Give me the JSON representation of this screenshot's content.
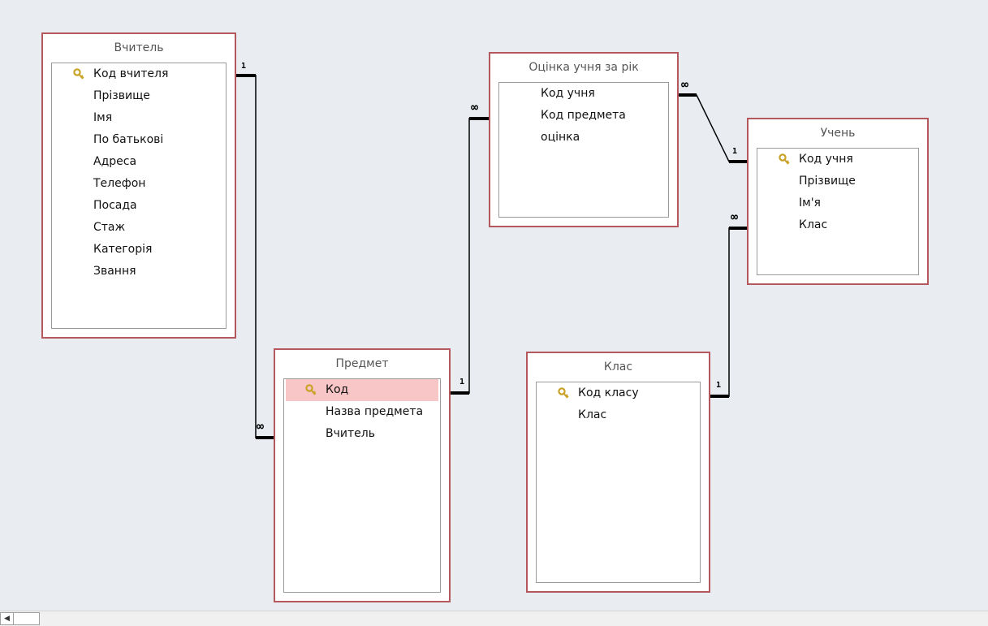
{
  "tables": {
    "vchytel": {
      "title": "Вчитель",
      "fields": [
        "Код вчителя",
        "Прізвище",
        "Імя",
        "По батькові",
        "Адреса",
        "Телефон",
        "Посада",
        "Стаж",
        "Категорія",
        "Звання"
      ]
    },
    "predmet": {
      "title": "Предмет",
      "fields": [
        "Код",
        "Назва предмета",
        "Вчитель"
      ]
    },
    "otsinka": {
      "title": "Оцінка учня за рік",
      "fields": [
        "Код учня",
        "Код предмета",
        "оцінка"
      ]
    },
    "uchen": {
      "title": "Учень",
      "fields": [
        "Код учня",
        "Прізвище",
        "Ім'я",
        "Клас"
      ]
    },
    "klas": {
      "title": "Клас",
      "fields": [
        "Код класу",
        "Клас"
      ]
    }
  },
  "cardinality": {
    "one": "1",
    "many": "∞"
  },
  "scrollbar": {
    "left_arrow": "◀"
  },
  "colors": {
    "table_border": "#b5585e",
    "selected_field": "#f8c6c6",
    "canvas": "#e9edf2",
    "key_icon": "#c9a227"
  }
}
